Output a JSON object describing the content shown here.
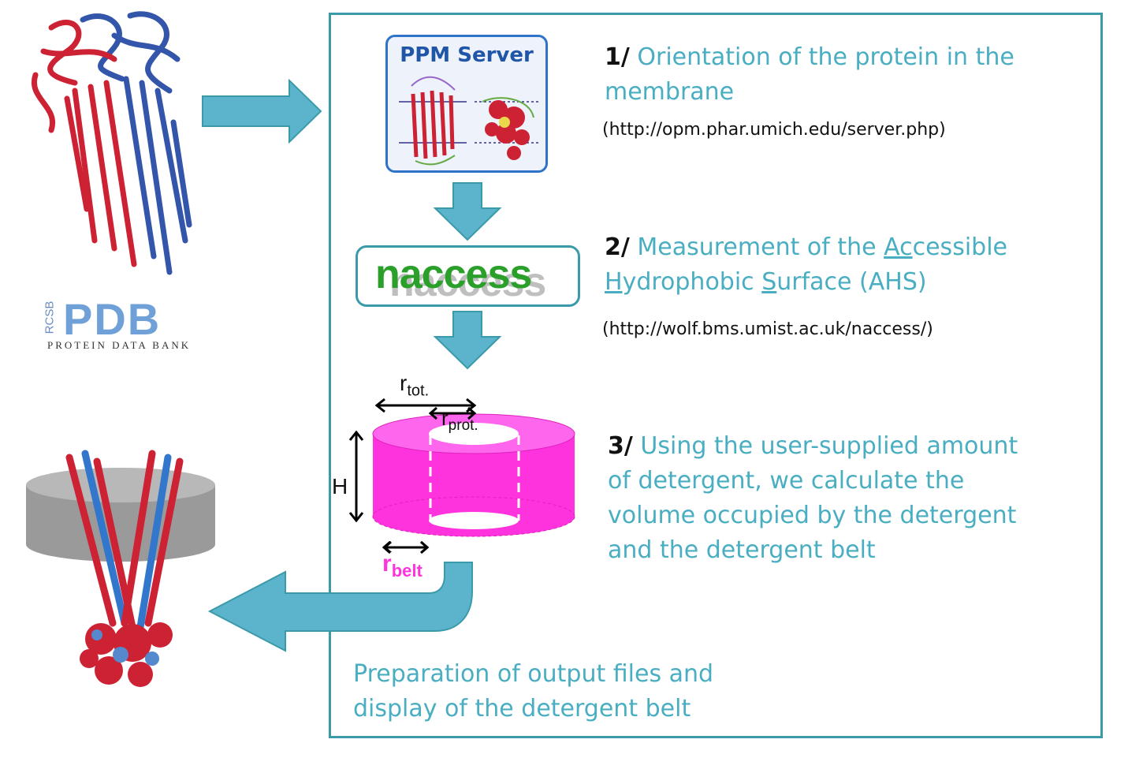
{
  "pdb_logo": {
    "rcsb": "RCSB",
    "pdb": "PDB",
    "subtitle": "PROTEIN DATA BANK"
  },
  "ppm_box": {
    "title": "PPM Server"
  },
  "naccess_box": {
    "label": "naccess"
  },
  "steps": [
    {
      "number": "1/",
      "text_line1": "Orientation of the protein in the",
      "text_line2": "membrane",
      "url": "(http://opm.phar.umich.edu/server.php)"
    },
    {
      "number": "2/",
      "text_a": "Measurement of the ",
      "text_b": "Ac",
      "text_c": "cessible",
      "text_d": "H",
      "text_e": "ydrophobic ",
      "text_f": "S",
      "text_g": "urface (AHS)",
      "url": "(http://wolf.bms.umist.ac.uk/naccess/)"
    },
    {
      "number": "3/",
      "text_line1": "Using the user-supplied amount",
      "text_line2": "of detergent, we calculate the",
      "text_line3": "volume occupied by the detergent",
      "text_line4": "and the detergent belt"
    }
  ],
  "cylinder_labels": {
    "r_tot": "r",
    "r_tot_sub": "tot.",
    "r_prot": "r",
    "r_prot_sub": "prot.",
    "height": "H",
    "r_belt": "r",
    "r_belt_sub": "belt"
  },
  "output_text": {
    "line1": "Preparation of output files and",
    "line2": "display of the detergent belt"
  },
  "colors": {
    "frame": "#3a9aaa",
    "arrow": "#5bb4cc",
    "text_teal": "#4aaec2",
    "belt_magenta": "#ff33dd",
    "naccess_green": "#2aa02a",
    "protein_red": "#cc2233",
    "protein_blue": "#3355aa"
  }
}
